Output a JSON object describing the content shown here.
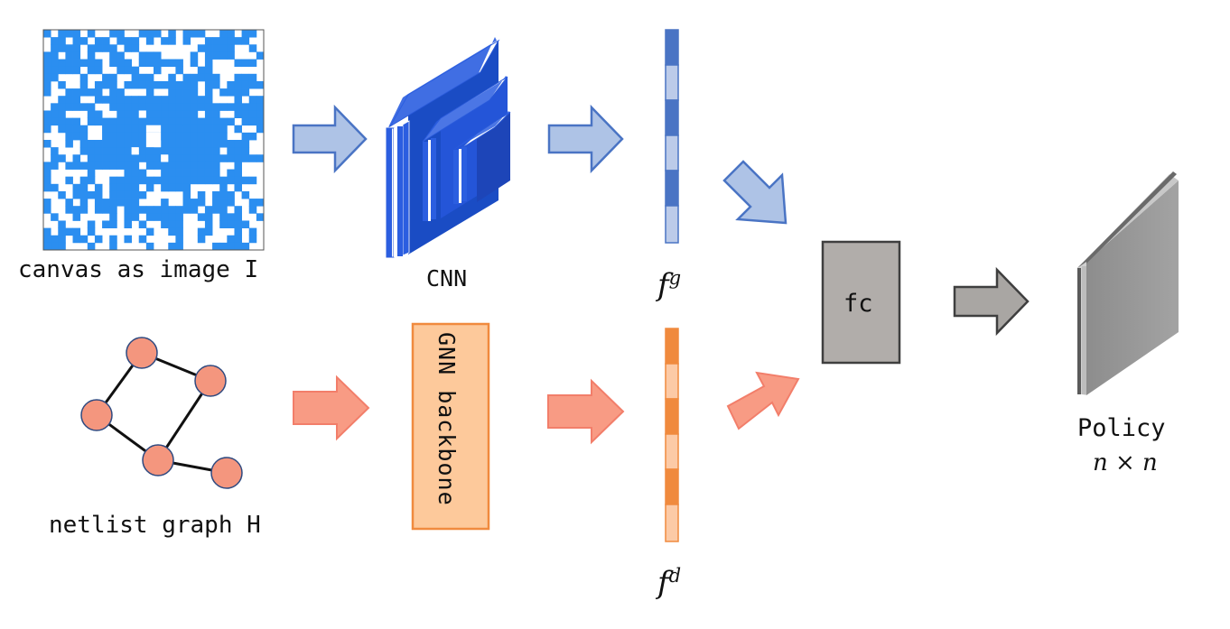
{
  "labels": {
    "canvas": "canvas as image I",
    "netlist": "netlist graph H",
    "cnn": "CNN",
    "gnn": "GNN backbone",
    "fg_base": "f",
    "fg_sup": "g",
    "fd_base": "f",
    "fd_sup": "d",
    "fc": "fc",
    "policy": "Policy",
    "policy_dim": "n × n"
  },
  "colors": {
    "canvas_blue": "#2b8ef0",
    "arrow_blue_fill": "#aec3e6",
    "arrow_blue_stroke": "#4a74c4",
    "arrow_orange_fill": "#f89b84",
    "arrow_orange_stroke": "#f27e6a",
    "node_fill": "#f4967e",
    "node_stroke": "#2f4a80",
    "gnn_fill": "#fdc99b",
    "gnn_stroke": "#f08a3e",
    "fc_fill": "#b1adaa",
    "fc_stroke": "#3f3f3f",
    "gray_arrow_fill": "#a9a6a3"
  }
}
